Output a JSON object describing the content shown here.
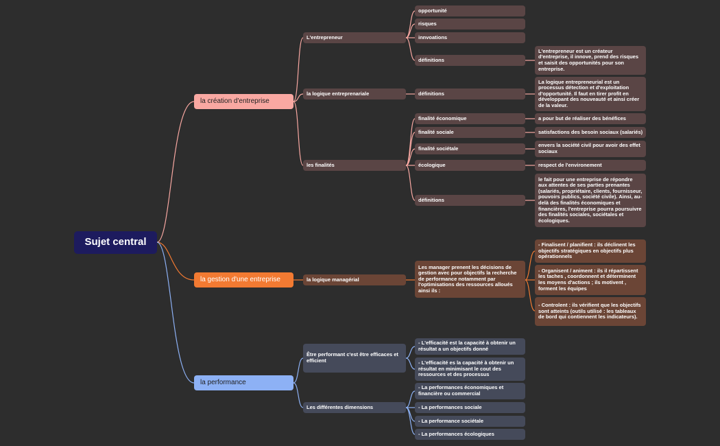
{
  "colors": {
    "background": "#2d2d2d",
    "root": "#1d1b5e",
    "branch_creation": "#f9a8a2",
    "branch_gestion": "#f27a32",
    "branch_performance": "#8db1f5",
    "subnode_creation": "#5a4545",
    "subnode_gestion": "#6b4536",
    "subnode_performance": "#454a5a"
  },
  "root": "Sujet central",
  "branches": {
    "creation": {
      "label": "la création d'entreprise",
      "entrepreneur": {
        "label": "L'entrepreneur",
        "items": [
          "opportunité",
          "risques",
          "innvoations",
          "définitions"
        ],
        "definition": "L'entrepreneur est un créateur d'entreprise, il innove, prend des risques et saisit des opportunités pour son entreprise."
      },
      "logique": {
        "label": "la logique entreprenariale",
        "item": "définitions",
        "definition": "La logique entrepreneurial est un processus détection et d'exploitation d'opportunité. Il faut en tirer profit en développant des nouveauté et ainsi créer de la valeur."
      },
      "finalites": {
        "label": "les finalités",
        "items": [
          {
            "label": "finalité économique",
            "detail": "a pour but de réaliser des bénéfices"
          },
          {
            "label": "finalité sociale",
            "detail": "satisfactions des besoin sociaux (salariés)"
          },
          {
            "label": "finalité sociétale",
            "detail": "envers la société civil pour avoir des effet sociaux"
          },
          {
            "label": "écologique",
            "detail": "respect de l'environement"
          },
          {
            "label": "définitions",
            "detail": "le fait pour une entreprise de répondre aux attentes de ses parties prenantes (salariés, propriétaire, clients, fournisseur, pouvoirs publics, société civile). Ainsi, au-delà des finalités économiques et financières, l'entreprise pourra poursuivre des finalités sociales, sociétales et écologiques."
          }
        ]
      }
    },
    "gestion": {
      "label": "la gestion d'une entreprise",
      "logique": {
        "label": "la logique managérial",
        "description": "Les manager prenent les décisions de gestion avec pour objectifs la recherche de performance notamment par l'optimisations des ressources alloués ainsi ils :",
        "roles": [
          "-      Finalisent / planifient : ils déclinent les objectifs stratégiques en objectifs plus opérationnels",
          "-      Organisent / animent : ils il répartissent les taches , coordonnent et déterminent les moyens d'actions ; ils motivent , forment les équipes",
          "-      Controlent : ils vérifient que les objectifs sont atteints (outils utilisé : les tableaux de bord qui contiennent les indicateurs)."
        ]
      }
    },
    "performance": {
      "label": "la performance",
      "etre": {
        "label": "Être performant c'est être efficaces et efficient",
        "items": [
          "-      L'efficacité est la capacité à  obtenir un résultat a un objectifs donné",
          "-      L'efficacité es la capacité à obtenir un résultat en minimisant le cout des ressources et des processus"
        ]
      },
      "dimensions": {
        "label": "Les différentes dimensions",
        "items": [
          "-      La performances économiques et financière ou commercial",
          "-      La performances sociale",
          "-      La performance sociétale",
          "-      La performances écologiques"
        ]
      }
    }
  }
}
